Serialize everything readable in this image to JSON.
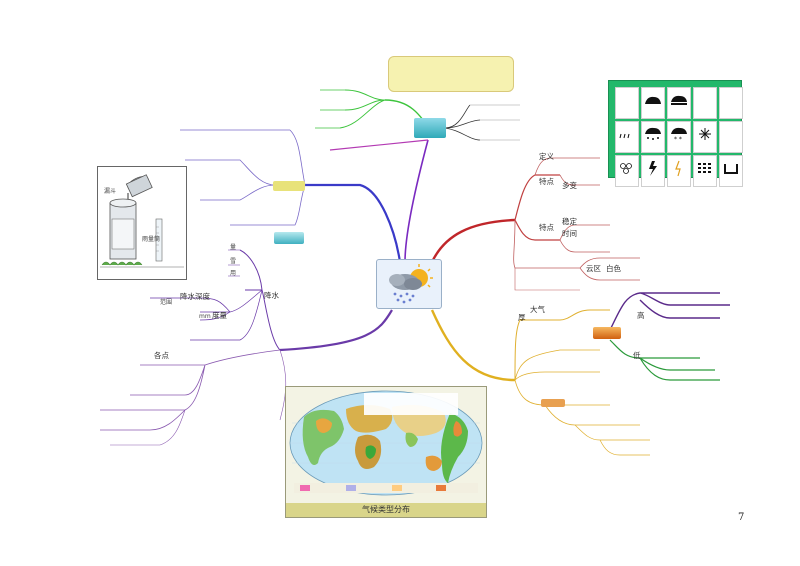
{
  "labels": {
    "definition": "定义",
    "features_top": "特点",
    "variable": "多变",
    "features_bottom": "特点",
    "stable": "稳定",
    "time": "时间",
    "region": "云区",
    "white": "白色",
    "atmosphere": "大气",
    "thick": "厚",
    "high": "高",
    "low": "低",
    "precip_top_1": "量",
    "precip_top_2": "雪",
    "precip_top_3": "用",
    "precipitation": "降水",
    "precip_depth": "降水深度",
    "measurement": "度量",
    "mm": "mm",
    "scope": "范围",
    "all_points": "各点",
    "gauge_label_top": "漏斗",
    "gauge_label_side": "雨量筒"
  },
  "map": {
    "caption": "气候类型分布"
  },
  "page": {
    "number": "7"
  }
}
